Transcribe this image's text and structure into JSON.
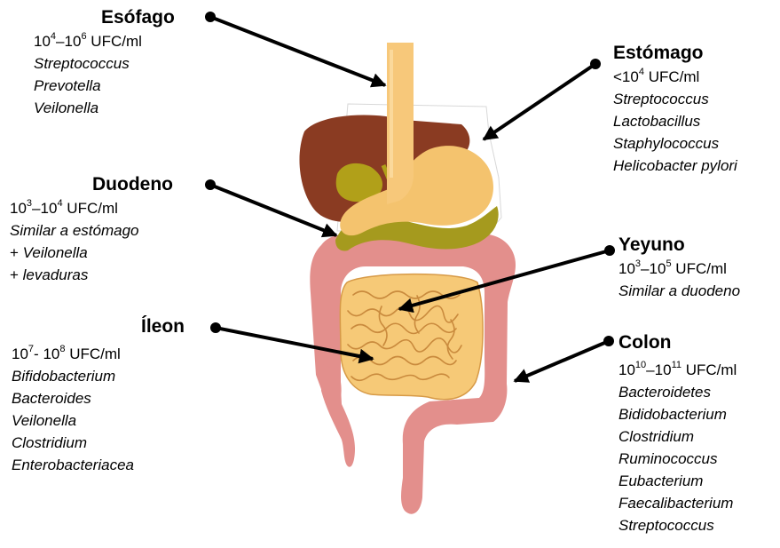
{
  "labels": {
    "esofago": {
      "title": "Esófago",
      "count": {
        "a": "10",
        "a_exp": "4",
        "sep": "–",
        "b": "10",
        "b_exp": "6",
        "unit": " UFC/ml"
      },
      "organisms": [
        "Streptococcus",
        "Prevotella",
        "Veilonella"
      ]
    },
    "estomago": {
      "title": "Estómago",
      "count": {
        "prefix": "<10",
        "a_exp": "4",
        "unit": " UFC/ml"
      },
      "organisms": [
        "Streptococcus",
        "Lactobacillus",
        "Staphylococcus",
        "Helicobacter pylori"
      ]
    },
    "duodeno": {
      "title": "Duodeno",
      "count": {
        "a": "10",
        "a_exp": "3",
        "sep": "–",
        "b": "10",
        "b_exp": "4",
        "unit": " UFC/ml"
      },
      "organisms": [
        "Similar a estómago",
        "Veilonella",
        "levaduras"
      ],
      "plus": "+ "
    },
    "yeyuno": {
      "title": "Yeyuno",
      "count": {
        "a": "10",
        "a_exp": "3",
        "sep": "–",
        "b": "10",
        "b_exp": "5",
        "unit": " UFC/ml"
      },
      "organisms": [
        "Similar a duodeno"
      ]
    },
    "ileon": {
      "title": "Íleon",
      "count": {
        "a": "10",
        "a_exp": "7",
        "sep": "- ",
        "b": "10",
        "b_exp": "8",
        "unit": " UFC/ml"
      },
      "organisms": [
        "Bifidobacterium",
        "Bacteroides",
        "Veilonella",
        "Clostridium",
        "Enterobacteriacea"
      ]
    },
    "colon": {
      "title": "Colon",
      "count": {
        "a": "10",
        "a_exp": "10",
        "sep": "–",
        "b": "10",
        "b_exp": "11",
        "unit": " UFC/ml"
      },
      "organisms": [
        "Bacteroidetes",
        "Bididobacterium",
        "Clostridium",
        "Ruminococcus",
        "Eubacterium",
        "Faecalibacterium",
        "Streptococcus"
      ]
    }
  },
  "colors": {
    "liver": "#8a3b22",
    "gallbladder": "#b1a019",
    "esophagus": "#f7c87a",
    "stomach": "#f4c36e",
    "small_intestine": "#f6c977",
    "colon": "#e38f8c",
    "arrow": "#000000"
  }
}
